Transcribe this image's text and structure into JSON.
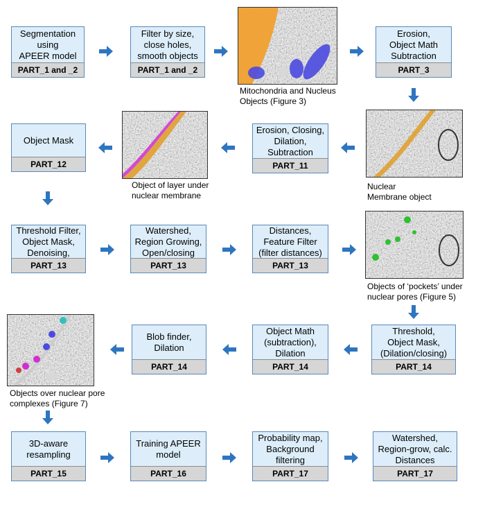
{
  "nodes": {
    "seg": {
      "title": "Segmentation\nusing\nAPEER model",
      "part": "PART_1 and _2"
    },
    "filter": {
      "title": "Filter by size,\nclose holes,\nsmooth objects",
      "part": "PART_1 and _2"
    },
    "erosion": {
      "title": "Erosion,\nObject Math\nSubtraction",
      "part": "PART_3"
    },
    "mask12": {
      "title": "Object Mask",
      "part": "PART_12"
    },
    "erosion11": {
      "title": "Erosion, Closing,\nDilation,\nSubtraction",
      "part": "PART_11"
    },
    "threshold13": {
      "title": "Threshold Filter,\nObject Mask,\nDenoising,",
      "part": "PART_13"
    },
    "watershed13": {
      "title": "Watershed,\nRegion Growing,\nOpen/closing",
      "part": "PART_13"
    },
    "distances13": {
      "title": "Distances,\nFeature Filter\n(filter distances)",
      "part": "PART_13"
    },
    "blob14": {
      "title": "Blob finder,\nDilation",
      "part": "PART_14"
    },
    "math14": {
      "title": "Object Math\n(subtraction),\nDilation",
      "part": "PART_14"
    },
    "thresh14": {
      "title": "Threshold,\nObject Mask,\n(Dilation/closing)",
      "part": "PART_14"
    },
    "resample15": {
      "title": "3D-aware\nresampling",
      "part": "PART_15"
    },
    "train16": {
      "title": "Training APEER\nmodel",
      "part": "PART_16"
    },
    "prob17": {
      "title": "Probability map,\nBackground\nfiltering",
      "part": "PART_17"
    },
    "water17": {
      "title": "Watershed,\nRegion-grow, calc.\nDistances",
      "part": "PART_17"
    }
  },
  "captions": {
    "mito": "Mitochondria and Nucleus\nObjects (Figure 3)",
    "layer": "Object of layer under\nnuclear membrane",
    "membrane": "Nuclear\nMembrane object",
    "pockets": "Objects of ‘pockets’ under\nnuclear pores (Figure 5)",
    "pore": "Objects over nuclear pore\ncomplexes (Figure 7)"
  },
  "colors": {
    "arrow": "#2e75c0",
    "box_fill": "#ddeefa",
    "box_border": "#5a87b8",
    "part_fill": "#d6d6d6",
    "mito_orange": "#f0a030",
    "nucleus_blue": "#4a4ae0",
    "membrane_orange": "#e0a030",
    "layer_magenta": "#d030d0",
    "pocket_green": "#30c030"
  }
}
